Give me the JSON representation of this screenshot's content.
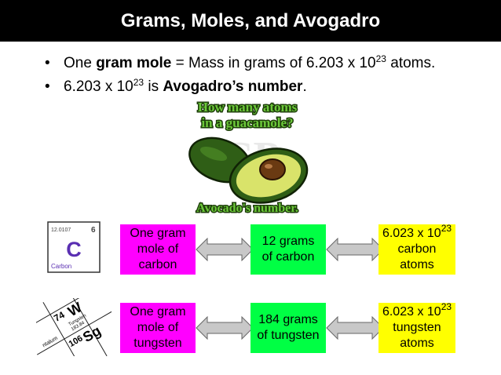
{
  "title": "Grams, Moles, and Avogadro",
  "bullets": {
    "b1": {
      "marker": "•",
      "pre": "One ",
      "bold": "gram mole",
      "post": " = Mass in grams of 6.203 x 10",
      "sup": "23",
      "end": " atoms."
    },
    "b2": {
      "marker": "•",
      "pre": "6.203 x 10",
      "sup": "23",
      "mid": " is ",
      "bold": "Avogadro’s number",
      "end": "."
    }
  },
  "illustration": {
    "top_text_1": "How many atoms",
    "top_text_2": "in a guacamole?",
    "bottom_text": "Avocado's number."
  },
  "carbon_tile": {
    "mass": "12.0107",
    "number": "6",
    "symbol": "C",
    "name": "Carbon"
  },
  "tungsten_tile": {
    "symbol_w": "W",
    "number_w": "74",
    "name_w": "Tungsten",
    "mass_w": "183.84",
    "symbol_sg": "Sg",
    "number_sg": "106",
    "name_ta": "ntalum"
  },
  "rows": {
    "carbon": {
      "left_1": "One gram",
      "left_2": "mole of",
      "left_3": "carbon",
      "mid_1": "12 grams",
      "mid_2": "of carbon",
      "right_1": "6.023 x 10",
      "right_sup": "23",
      "right_2": "carbon",
      "right_3": "atoms"
    },
    "tungsten": {
      "left_1": "One gram",
      "left_2": "mole of",
      "left_3": "tungsten",
      "mid_1": "184 grams",
      "mid_2": "of tungsten",
      "right_1": "6.023 x 10",
      "right_sup": "23",
      "right_2": "tungsten",
      "right_3": "atoms"
    }
  },
  "colors": {
    "title_bg": "#000000",
    "magenta": "#ff00ff",
    "green": "#00ff44",
    "yellow": "#ffff00",
    "arrow_fill": "#c8c8c8",
    "avocado_skin": "#2f5e16",
    "avocado_flesh": "#d9e36a",
    "pit": "#6a3a12"
  }
}
